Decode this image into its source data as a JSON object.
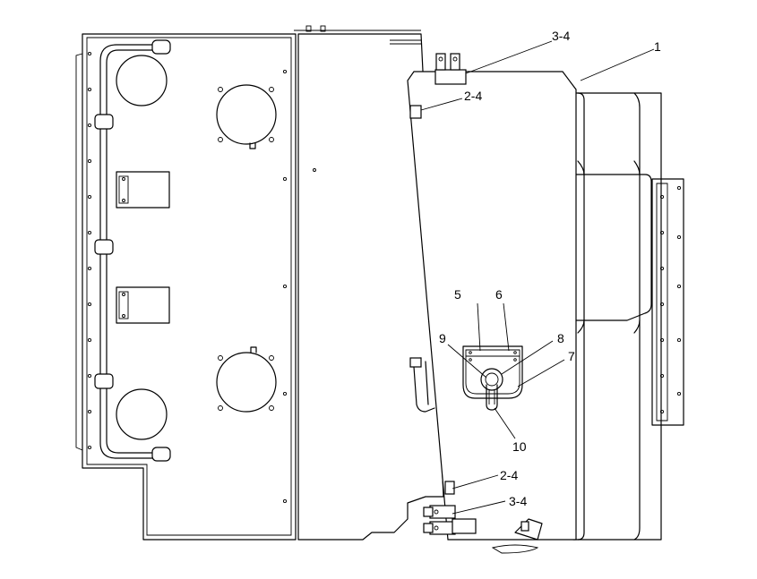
{
  "callouts": [
    {
      "id": "c1",
      "text": "1"
    },
    {
      "id": "c34top",
      "text": "3-4"
    },
    {
      "id": "c24top",
      "text": "2-4"
    },
    {
      "id": "c5",
      "text": "5"
    },
    {
      "id": "c6",
      "text": "6"
    },
    {
      "id": "c8",
      "text": "8"
    },
    {
      "id": "c9",
      "text": "9"
    },
    {
      "id": "c7",
      "text": "7"
    },
    {
      "id": "c10",
      "text": "10"
    },
    {
      "id": "c24bot",
      "text": "2-4"
    },
    {
      "id": "c34bot",
      "text": "3-4"
    }
  ]
}
